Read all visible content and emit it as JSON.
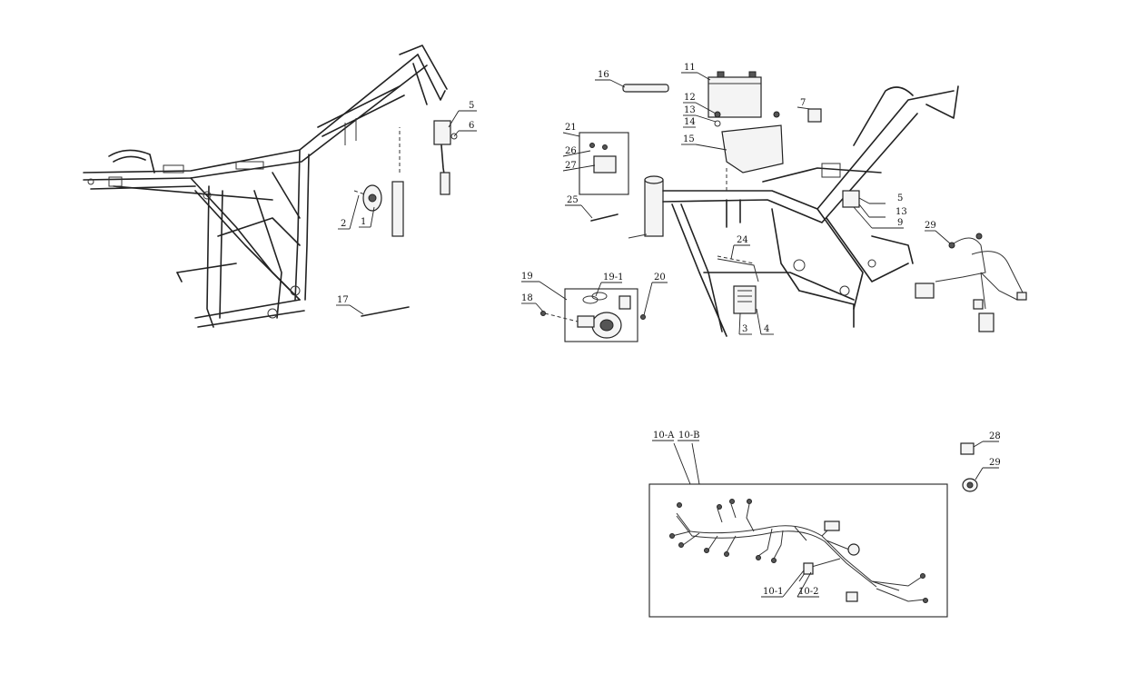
{
  "diagram": {
    "callouts": {
      "c1": "1",
      "c2": "2",
      "c3": "3",
      "c4": "4",
      "c5a": "5",
      "c5b": "5",
      "c6": "6",
      "c7": "7",
      "c9": "9",
      "c11": "11",
      "c12": "12",
      "c13a": "13",
      "c13b": "13",
      "c14": "14",
      "c15": "15",
      "c16": "16",
      "c17": "17",
      "c18": "18",
      "c19": "19",
      "c19_1": "19-1",
      "c20": "20",
      "c21": "21",
      "c24": "24",
      "c25": "25",
      "c26": "26",
      "c27": "27",
      "c28": "28",
      "c29a": "29",
      "c29b": "29",
      "c10a": "10-A",
      "c10b": "10-B",
      "c10_1": "10-1",
      "c10_2": "10-2"
    }
  }
}
